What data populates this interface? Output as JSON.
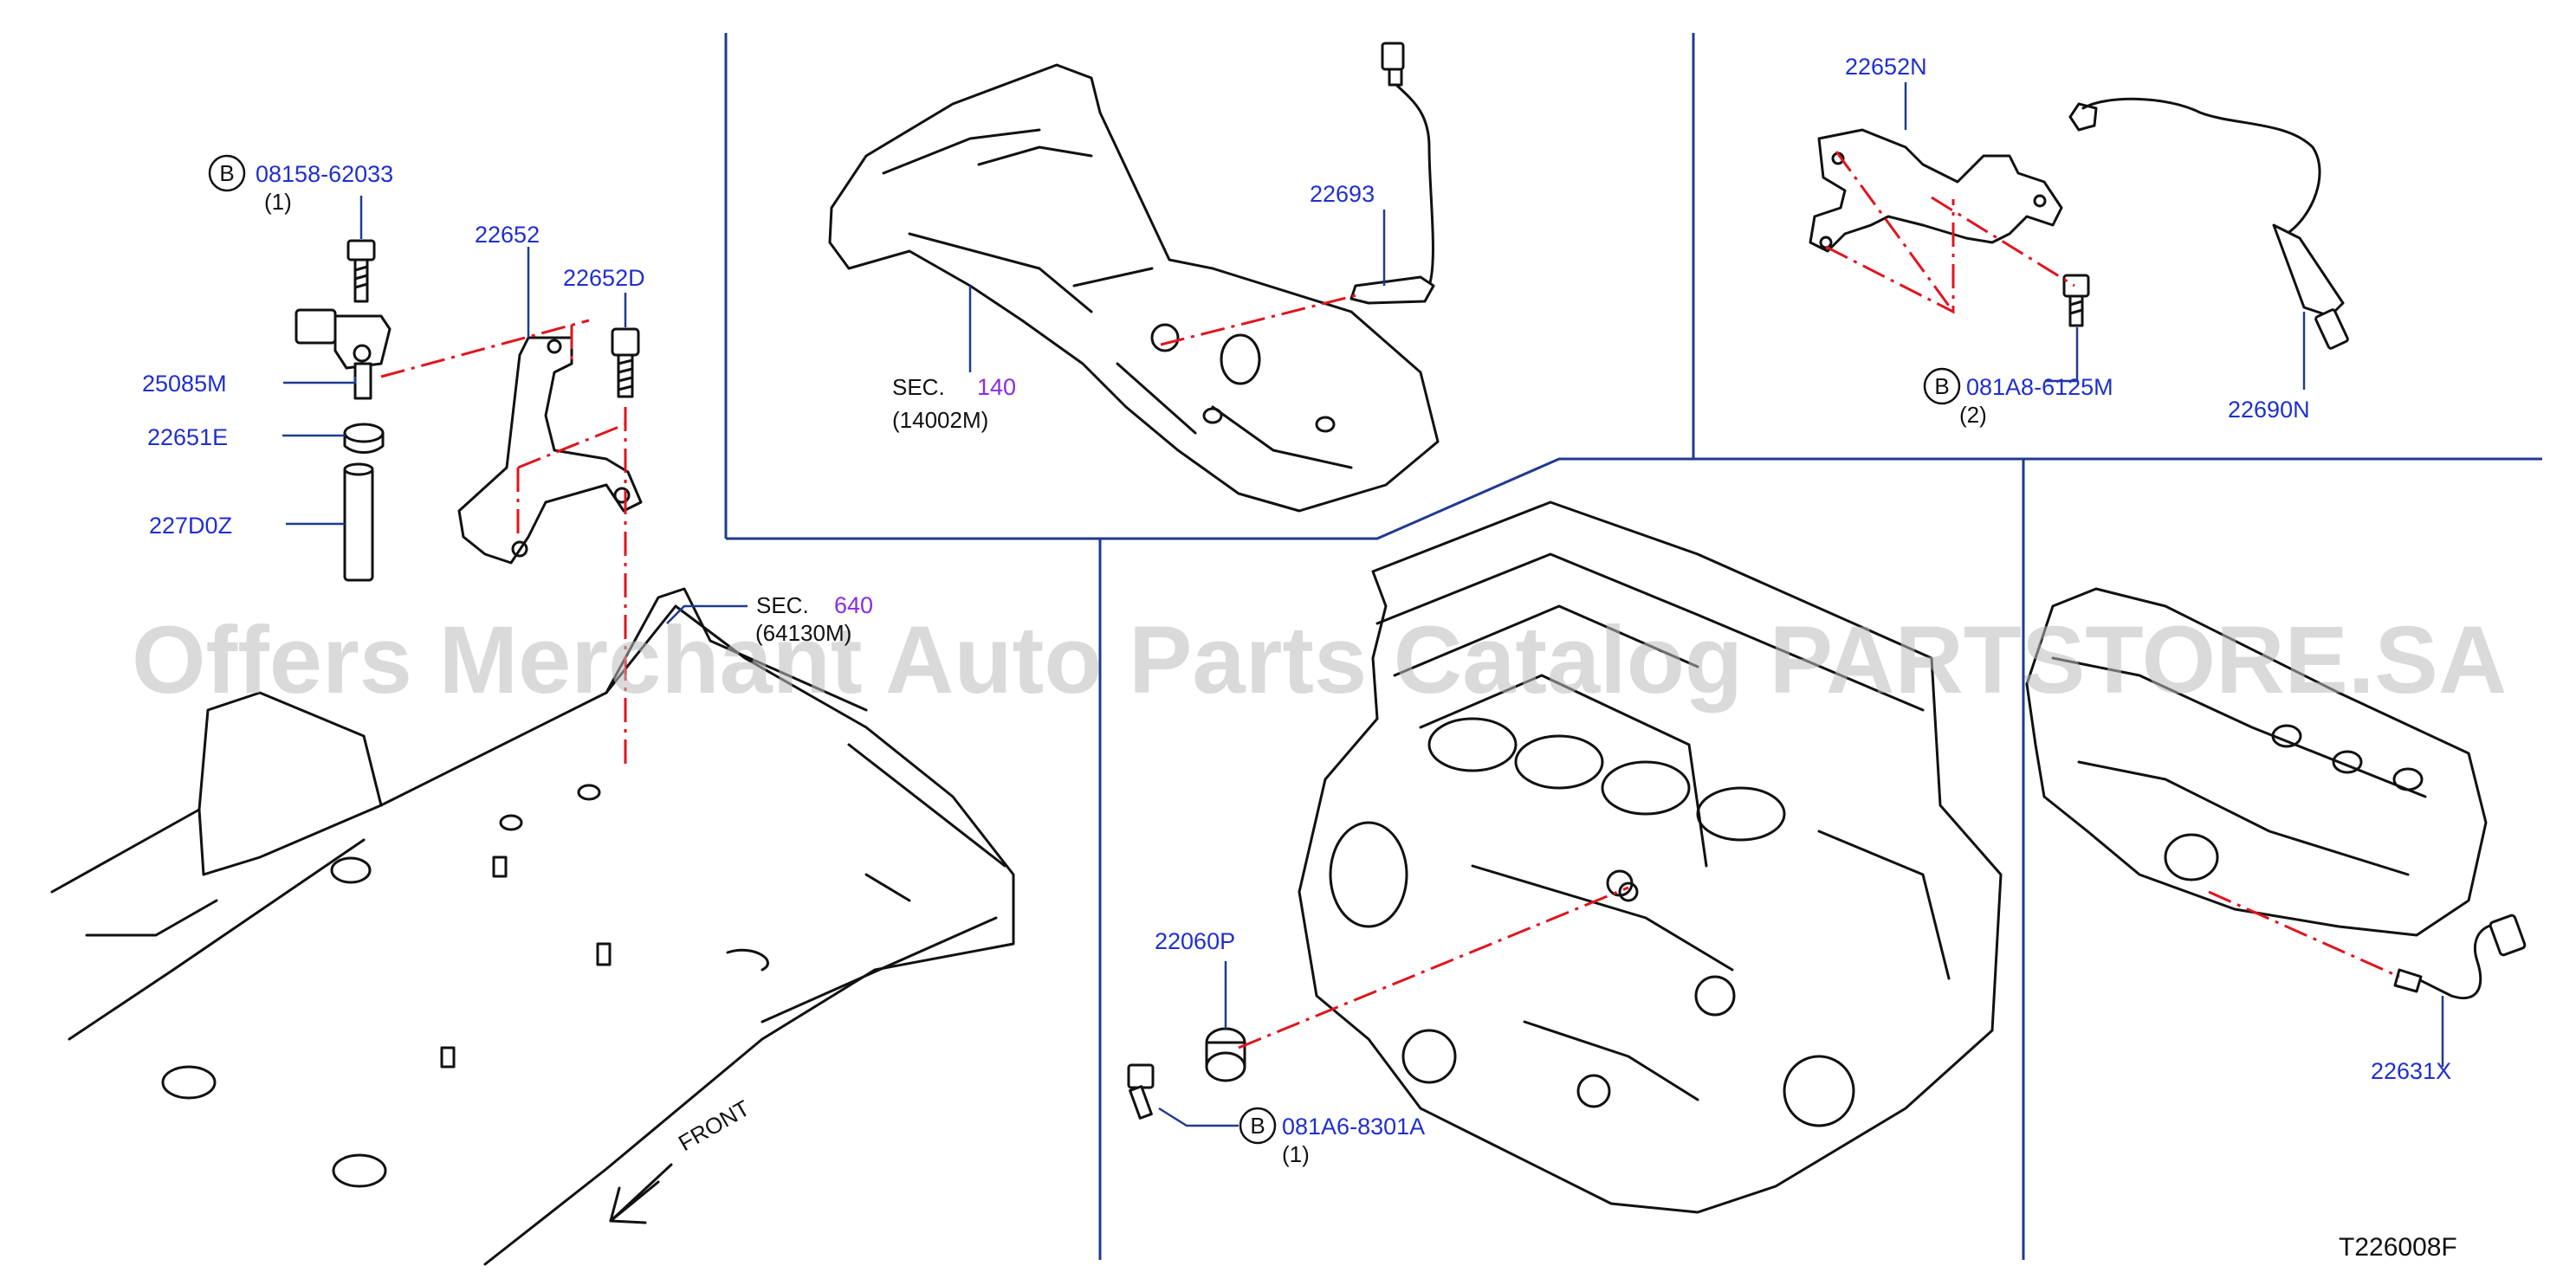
{
  "labels": {
    "p08158_62033": "08158-62033",
    "p08158_qty": "(1)",
    "p22652": "22652",
    "p22652D": "22652D",
    "p25085M": "25085M",
    "p22651E": "22651E",
    "p227D0Z": "227D0Z",
    "sec640_prefix": "SEC.",
    "sec640_num": "640",
    "sec640_sub": "(64130M)",
    "p22693": "22693",
    "sec140_prefix": "SEC.",
    "sec140_num": "140",
    "sec140_sub": "(14002M)",
    "p22652N": "22652N",
    "p081A8_6125M": "081A8-6125M",
    "p081A8_qty": "(2)",
    "p22690N": "22690N",
    "p22060P": "22060P",
    "p081A6_8301A": "081A6-8301A",
    "p081A6_qty": "(1)",
    "p22631X": "22631X",
    "front": "FRONT",
    "bolt_marker": "B",
    "diagram_code": "T226008F"
  },
  "watermark": "Offers Merchant Auto Parts Catalog PARTSTORE.SA",
  "colors": {
    "part_number": "#1f2fd0",
    "section_number": "#8a2be2",
    "leader_line": "#1f3b8f",
    "center_line": "#e0141e",
    "drawing": "#111111"
  }
}
